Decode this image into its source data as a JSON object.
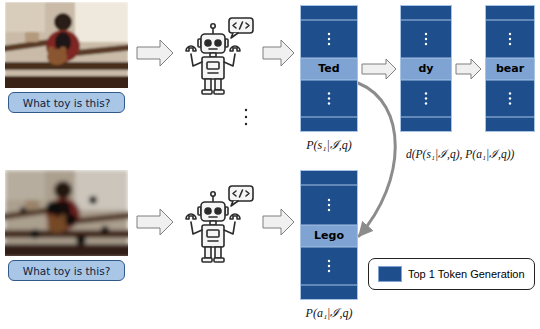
{
  "diagram": {
    "nodes": [
      {
        "text": [
          "What toy is this?"
        ]
      },
      {
        "text": [
          "Ted",
          "P(s₁|ℐ,q)"
        ]
      },
      {
        "text": [
          "dy"
        ]
      },
      {
        "text": [
          "bear"
        ]
      },
      {
        "text": [
          "What toy is this?"
        ]
      },
      {
        "text": [
          "Lego",
          "P(a₁|ℐ,q)"
        ]
      }
    ],
    "edges": [
      {
        "from": 1,
        "to": 2,
        "arrow": "to"
      },
      {
        "from": 2,
        "to": 3,
        "arrow": "to"
      },
      {
        "from": 1,
        "to": 5,
        "arrow": "to"
      }
    ],
    "labels": [
      "d(P(s₁|ℐ,q), P(a₁|ℐ,q))"
    ],
    "legend": [
      {
        "text": "Top 1 Token Generation",
        "color": "#1f4e8c"
      }
    ]
  }
}
